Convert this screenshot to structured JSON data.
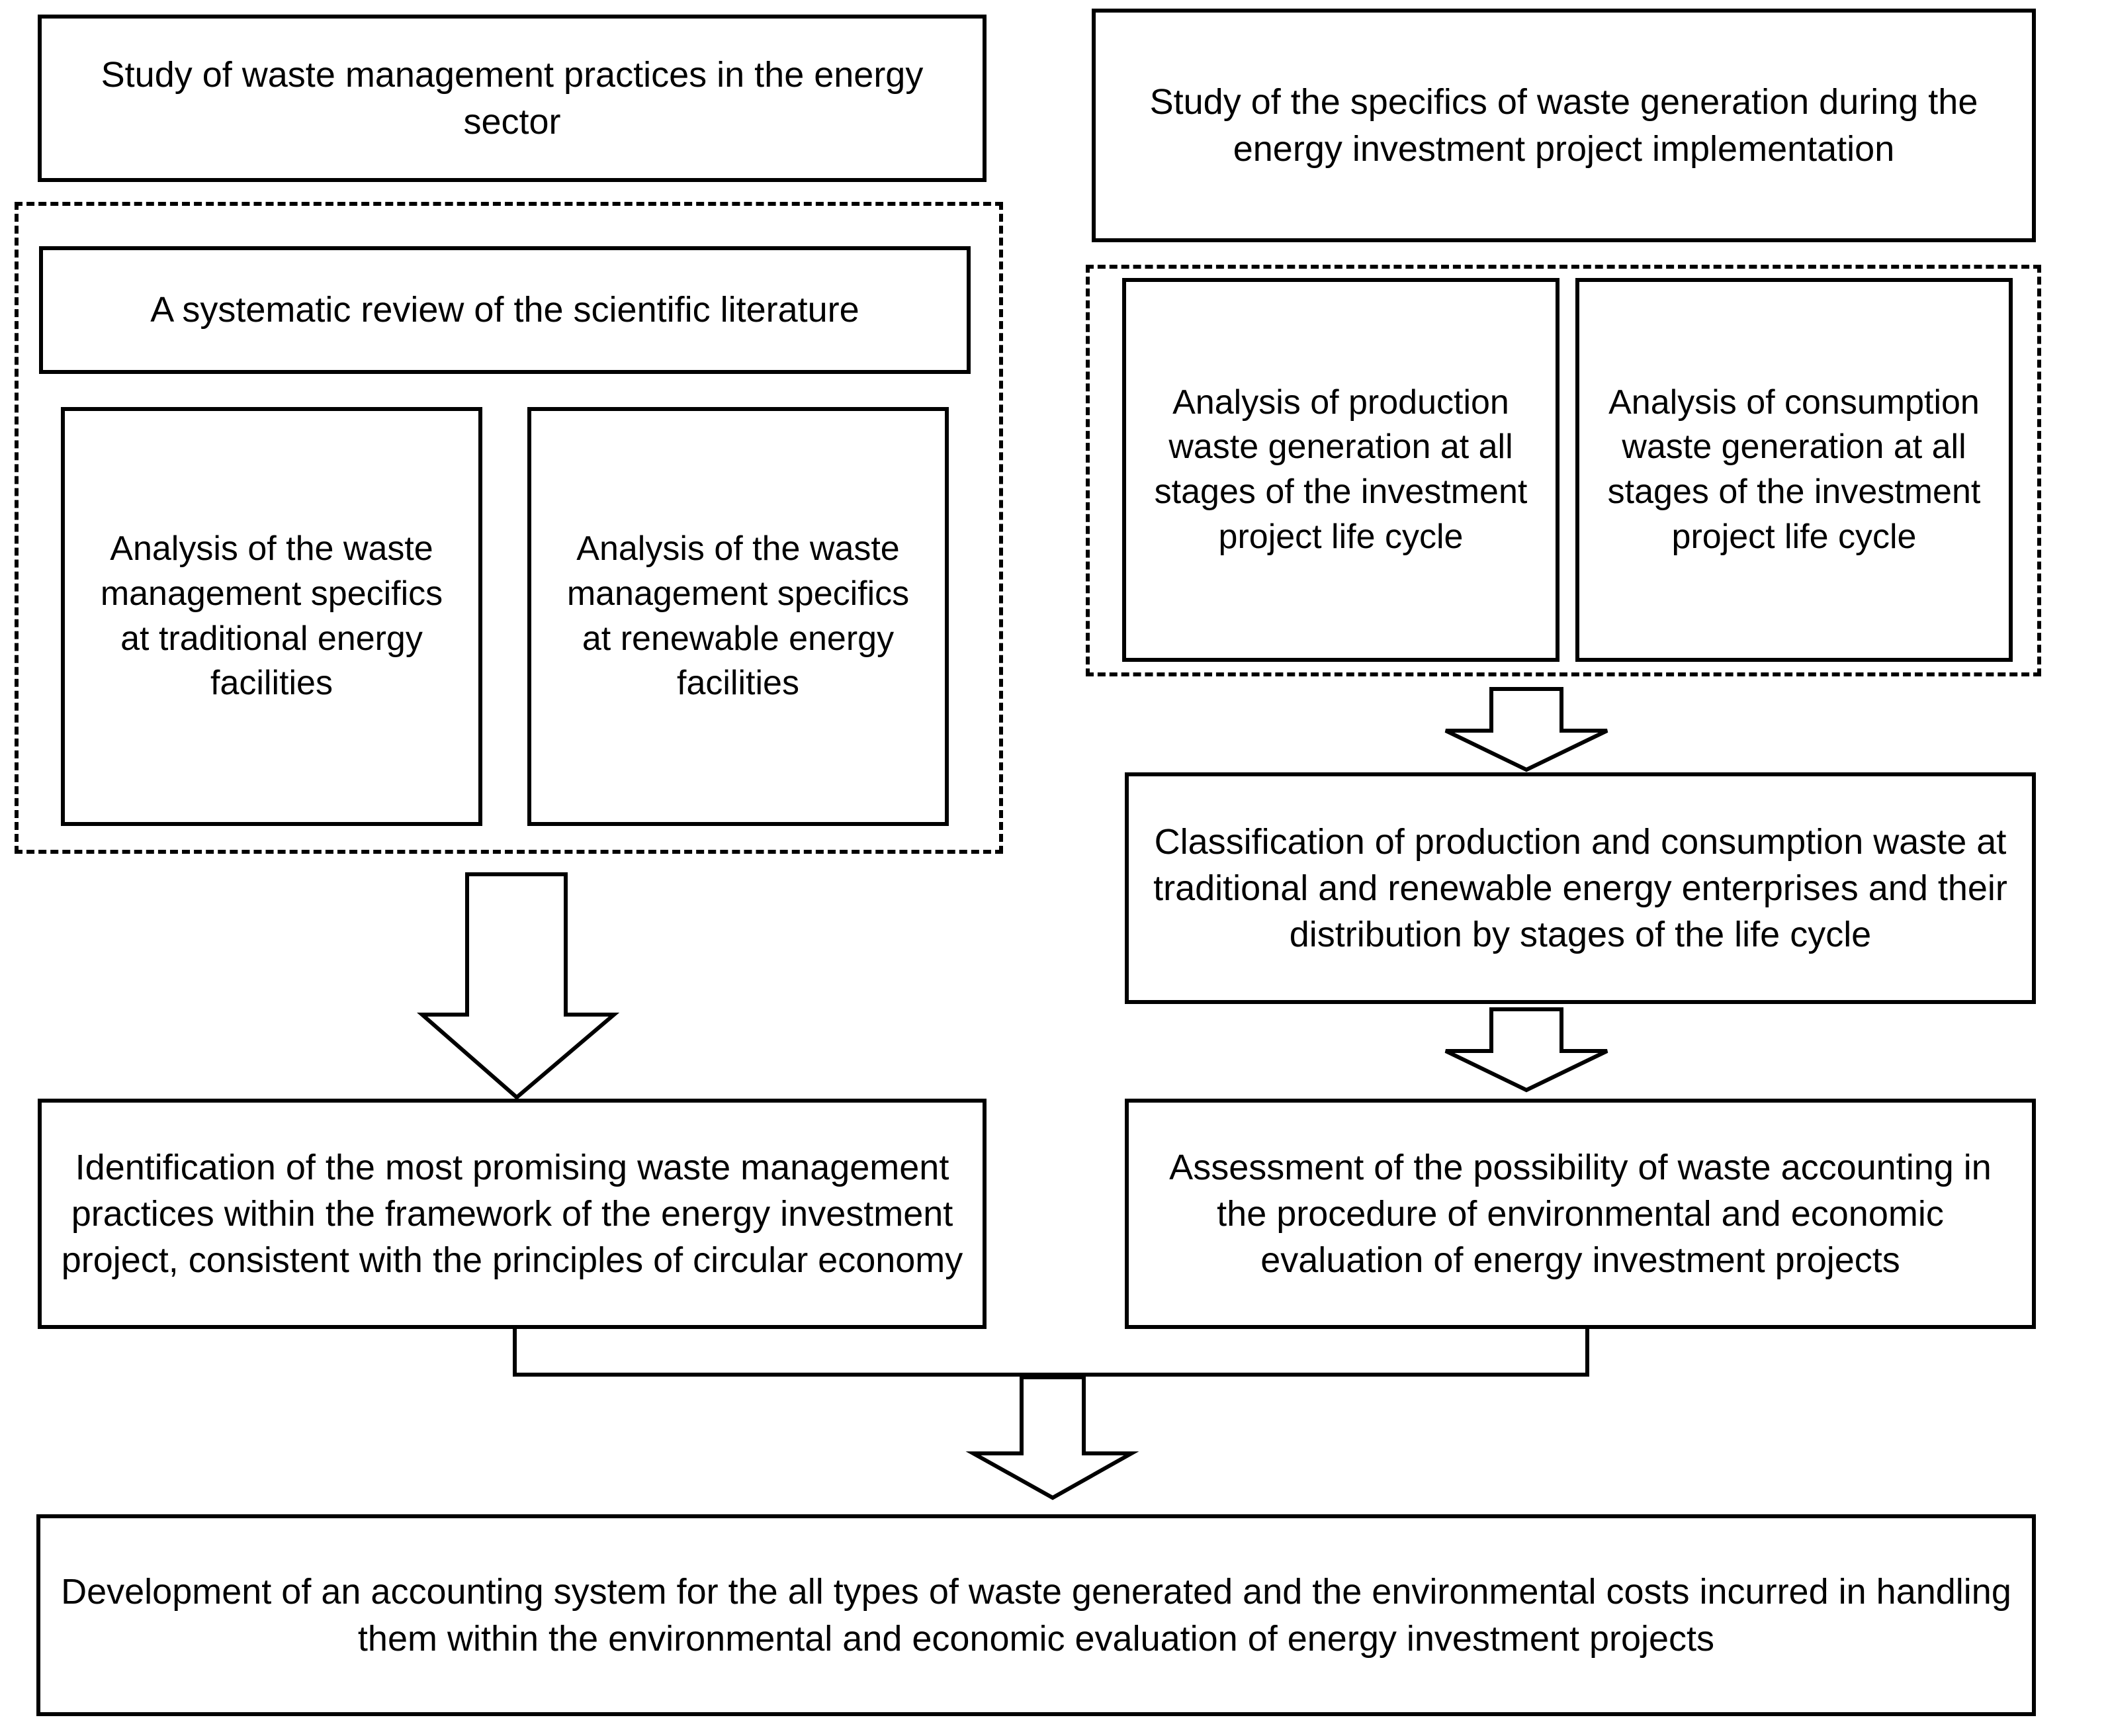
{
  "diagram": {
    "title": "Research methodology flowchart for waste accounting in energy investment projects",
    "colors": {
      "line": "#000000",
      "background": "#ffffff",
      "text": "#000000"
    },
    "nodes": {
      "study_waste_management": "Study of waste management practices in the energy sector",
      "study_waste_generation": "Study of the specifics of waste generation during the energy investment project implementation",
      "systematic_review": "A systematic review of the scientific literature",
      "analysis_traditional": "Analysis of the waste management specifics at traditional energy facilities",
      "analysis_renewable": "Analysis of the waste management specifics at renewable energy facilities",
      "analysis_production_waste": "Analysis of production waste generation at all stages of the investment project life cycle",
      "analysis_consumption_waste": "Analysis of consumption waste generation at all stages of the investment project life cycle",
      "classification": "Classification of production and consumption waste at traditional and renewable energy enterprises and their distribution by stages of the life cycle",
      "identification": "Identification of the most promising waste management practices within the framework of the energy investment project, consistent with the principles of circular economy",
      "assessment": "Assessment of the possibility of waste accounting in the procedure of environmental and economic evaluation of energy investment projects",
      "development": "Development of an accounting system for the all types of waste generated and the environmental costs incurred in handling them within the environmental and economic evaluation of energy investment projects"
    },
    "connectors": [
      {
        "name": "arrow-left-group-to-identification",
        "style": "block-arrow-down"
      },
      {
        "name": "arrow-right-group-to-classification",
        "style": "block-arrow-down"
      },
      {
        "name": "arrow-classification-to-assessment",
        "style": "block-arrow-down"
      },
      {
        "name": "merge-bracket-to-development",
        "style": "bracket"
      },
      {
        "name": "arrow-merge-to-development",
        "style": "block-arrow-down"
      }
    ]
  }
}
